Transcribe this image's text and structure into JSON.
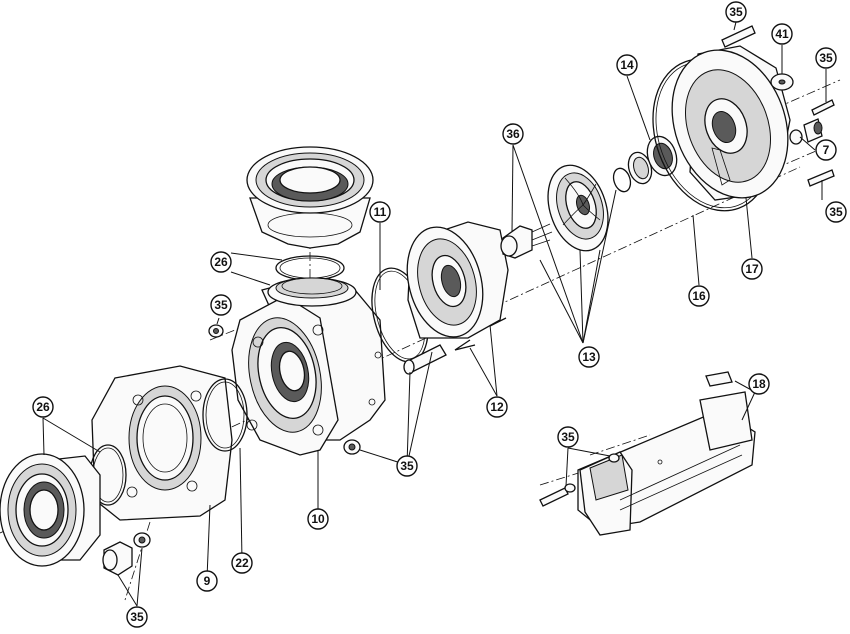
{
  "callouts": [
    {
      "id": "c35a",
      "label": "35"
    },
    {
      "id": "c41",
      "label": "41"
    },
    {
      "id": "c35b",
      "label": "35"
    },
    {
      "id": "c14",
      "label": "14"
    },
    {
      "id": "c7",
      "label": "7"
    },
    {
      "id": "c35c",
      "label": "35"
    },
    {
      "id": "c36",
      "label": "36"
    },
    {
      "id": "c17",
      "label": "17"
    },
    {
      "id": "c16",
      "label": "16"
    },
    {
      "id": "c11",
      "label": "11"
    },
    {
      "id": "c26a",
      "label": "26"
    },
    {
      "id": "c35d",
      "label": "35"
    },
    {
      "id": "c13",
      "label": "13"
    },
    {
      "id": "c18",
      "label": "18"
    },
    {
      "id": "c12",
      "label": "12"
    },
    {
      "id": "c26b",
      "label": "26"
    },
    {
      "id": "c35e",
      "label": "35"
    },
    {
      "id": "c35f",
      "label": "35"
    },
    {
      "id": "c10",
      "label": "10"
    },
    {
      "id": "c9",
      "label": "9"
    },
    {
      "id": "c22",
      "label": "22"
    },
    {
      "id": "c35g",
      "label": "35"
    }
  ]
}
